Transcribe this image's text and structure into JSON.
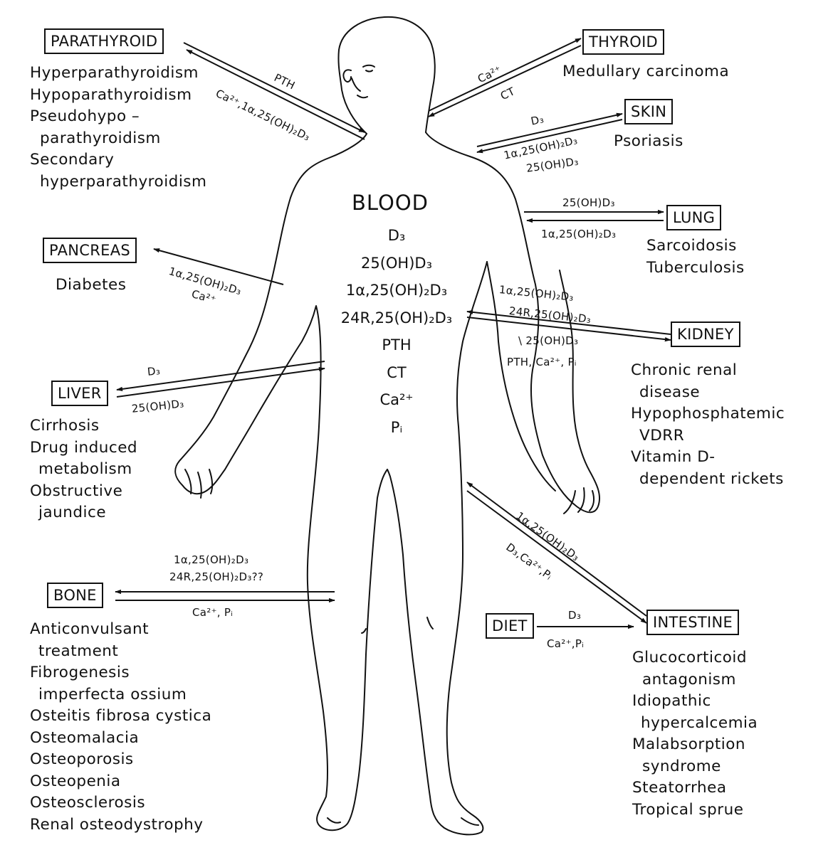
{
  "organs": {
    "parathyroid": "PARATHYROID",
    "thyroid": "THYROID",
    "skin": "SKIN",
    "lung": "LUNG",
    "pancreas": "PANCREAS",
    "kidney": "KIDNEY",
    "liver": "LIVER",
    "bone": "BONE",
    "diet": "DIET",
    "intestine": "INTESTINE"
  },
  "blood": {
    "title": "BLOOD",
    "items": [
      "D₃",
      "25(OH)D₃",
      "1α,25(OH)₂D₃",
      "24R,25(OH)₂D₃",
      "PTH",
      "CT",
      "Ca²⁺",
      "Pᵢ"
    ]
  },
  "diseases": {
    "parathyroid": [
      "Hyperparathyroidism",
      "Hypoparathyroidism",
      "Pseudohypo –",
      "  parathyroidism",
      "Secondary",
      "  hyperparathyroidism"
    ],
    "thyroid": [
      "Medullary carcinoma"
    ],
    "skin": [
      "Psoriasis"
    ],
    "lung": [
      "Sarcoidosis",
      "Tuberculosis"
    ],
    "pancreas": [
      "Diabetes"
    ],
    "kidney": [
      "Chronic renal",
      "  disease",
      "Hypophosphatemic",
      "  VDRR",
      "Vitamin D-",
      "  dependent rickets"
    ],
    "liver": [
      "Cirrhosis",
      "Drug induced",
      "  metabolism",
      "Obstructive",
      "  jaundice"
    ],
    "bone": [
      "Anticonvulsant",
      "  treatment",
      "Fibrogenesis",
      "  imperfecta ossium",
      "Osteitis fibrosa cystica",
      "Osteomalacia",
      "Osteoporosis",
      "Osteopenia",
      "Osteosclerosis",
      "Renal osteodystrophy"
    ],
    "intestine": [
      "Glucocorticoid",
      "  antagonism",
      "Idiopathic",
      "  hypercalcemia",
      "Malabsorption",
      "  syndrome",
      "Steatorrhea",
      "Tropical sprue"
    ]
  },
  "labels": {
    "pth": "PTH",
    "para_return": "Ca²⁺,1α,25(OH)₂D₃",
    "thyroid_ca": "Ca²⁺",
    "thyroid_ct": "CT",
    "skin_d3": "D₃",
    "skin_1": "1α,25(OH)₂D₃",
    "skin_2": "25(OH)D₃",
    "lung_1": "25(OH)D₃",
    "lung_2": "1α,25(OH)₂D₃",
    "pancreas_1": "1α,25(OH)₂D₃",
    "pancreas_2": "Ca²⁺",
    "kidney_1": "1α,25(OH)₂D₃",
    "kidney_2": "24R,25(OH)₂D₃",
    "kidney_3": "\\ 25(OH)D₃",
    "kidney_4": "PTH, Ca²⁺, Pᵢ",
    "liver_1": "D₃",
    "liver_2": "25(OH)D₃",
    "bone_1": "1α,25(OH)₂D₃",
    "bone_2": "24R,25(OH)₂D₃??",
    "bone_3": "Ca²⁺, Pᵢ",
    "intestine_1": "1α,25(OH)₂D₃",
    "intestine_2": "D₃,Ca²⁺,Pᵢ",
    "diet_1": "D₃",
    "diet_2": "Ca²⁺,Pᵢ"
  }
}
